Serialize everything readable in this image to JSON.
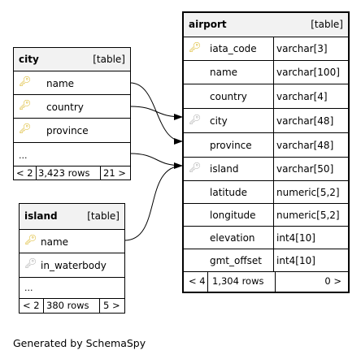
{
  "airport": {
    "name": "airport",
    "tag": "[table]",
    "columns": [
      {
        "name": "iata_code",
        "type": "varchar[3]",
        "key": "pk"
      },
      {
        "name": "name",
        "type": "varchar[100]",
        "key": ""
      },
      {
        "name": "country",
        "type": "varchar[4]",
        "key": "fk"
      },
      {
        "name": "city",
        "type": "varchar[48]",
        "key": "fk"
      },
      {
        "name": "province",
        "type": "varchar[48]",
        "key": "fk"
      },
      {
        "name": "island",
        "type": "varchar[50]",
        "key": "fk"
      },
      {
        "name": "latitude",
        "type": "numeric[5,2]",
        "key": ""
      },
      {
        "name": "longitude",
        "type": "numeric[5,2]",
        "key": ""
      },
      {
        "name": "elevation",
        "type": "int4[10]",
        "key": ""
      },
      {
        "name": "gmt_offset",
        "type": "int4[10]",
        "key": ""
      }
    ],
    "footer": {
      "left": "< 4",
      "rows": "1,304 rows",
      "right": "0 >"
    }
  },
  "city": {
    "name": "city",
    "tag": "[table]",
    "columns": [
      {
        "name": "name",
        "key": "pk"
      },
      {
        "name": "country",
        "key": "pk"
      },
      {
        "name": "province",
        "key": "pk"
      }
    ],
    "ellipsis": "...",
    "footer": {
      "left": "< 2",
      "rows": "3,423 rows",
      "right": "21 >"
    }
  },
  "island": {
    "name": "island",
    "tag": "[table]",
    "columns": [
      {
        "name": "name",
        "key": "pk"
      },
      {
        "name": "in_waterbody",
        "key": "fk"
      }
    ],
    "ellipsis": "...",
    "footer": {
      "left": "< 2",
      "rows": "380 rows",
      "right": "5 >"
    }
  },
  "icons": {
    "primary_key": "key-icon-gold",
    "foreign_key": "key-icon-gray"
  },
  "footer_text": "Generated by SchemaSpy"
}
